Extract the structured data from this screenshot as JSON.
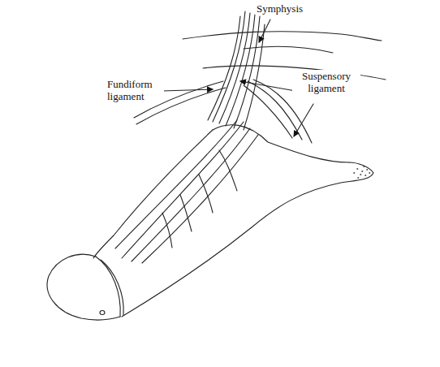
{
  "diagram": {
    "labels": [
      "Symphysis",
      "Fundiform ligament",
      "Suspensory ligament"
    ]
  }
}
